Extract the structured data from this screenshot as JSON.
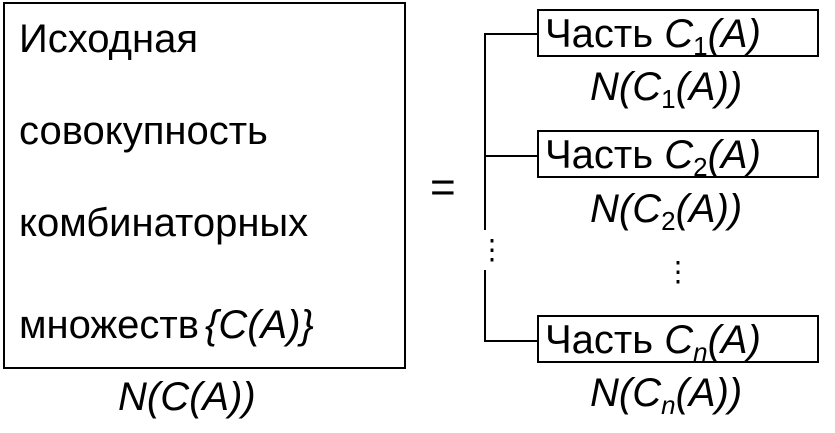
{
  "source_set": {
    "lines": [
      "Исходная",
      "совокупность",
      "комбинаторных",
      "множеств"
    ],
    "set_symbol": "{C(A)}",
    "count_label": "N(C(A))"
  },
  "equals_sign": "=",
  "parts": [
    {
      "word": "Часть",
      "symbol": "C",
      "index": "1",
      "arg": "(A)",
      "count_prefix": "N(C",
      "count_suffix": "(A))"
    },
    {
      "word": "Часть",
      "symbol": "C",
      "index": "2",
      "arg": "(A)",
      "count_prefix": "N(C",
      "count_suffix": "(A))"
    },
    {
      "word": "Часть",
      "symbol": "C",
      "index": "n",
      "arg": "(A)",
      "count_prefix": "N(C",
      "count_suffix": "(A))"
    }
  ],
  "ellipsis": "⋮"
}
